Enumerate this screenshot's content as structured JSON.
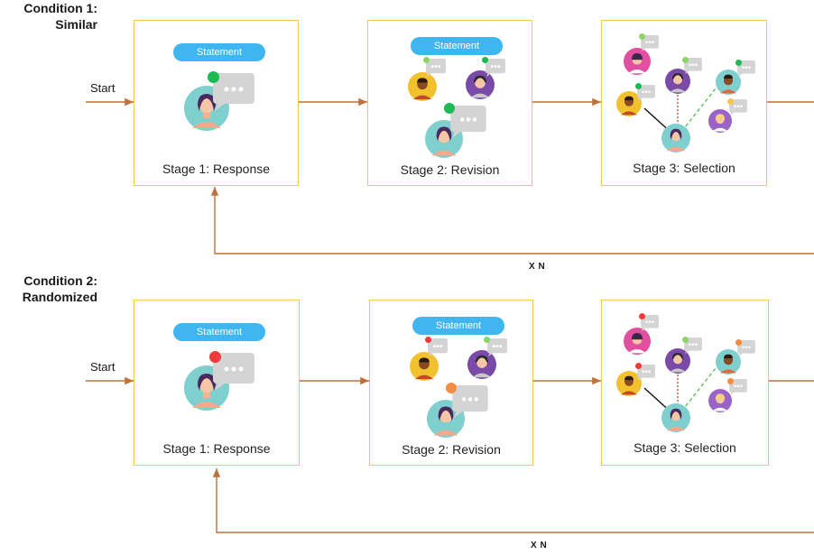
{
  "conditions": [
    {
      "title_line1": "Condition 1:",
      "title_line2": "Similar",
      "start": "Start",
      "repeat": "X N",
      "stages": [
        {
          "label": "Stage 1:  Response",
          "pill": "Statement"
        },
        {
          "label": "Stage 2: Revision",
          "pill": "Statement"
        },
        {
          "label": "Stage 3: Selection"
        }
      ],
      "indicator_colors": [
        "#1db954",
        "#8ed36a"
      ]
    },
    {
      "title_line1": "Condition 2:",
      "title_line2": "Randomized",
      "start": "Start",
      "repeat": "X N",
      "stages": [
        {
          "label": "Stage 1:  Response",
          "pill": "Statement"
        },
        {
          "label": "Stage 2: Revision",
          "pill": "Statement"
        },
        {
          "label": "Stage 3: Selection"
        }
      ],
      "indicator_colors": [
        "#ef3b3b",
        "#8ed36a",
        "#f28c45"
      ]
    }
  ],
  "colors": {
    "arrow": "#c0713a",
    "box_border": "#f2c94c",
    "pill": "#3fb6f0",
    "bubble": "#d4d4d4",
    "selection_line_black": "#111111",
    "selection_line_red": "#e0443c",
    "selection_line_green": "#5cc05c"
  }
}
